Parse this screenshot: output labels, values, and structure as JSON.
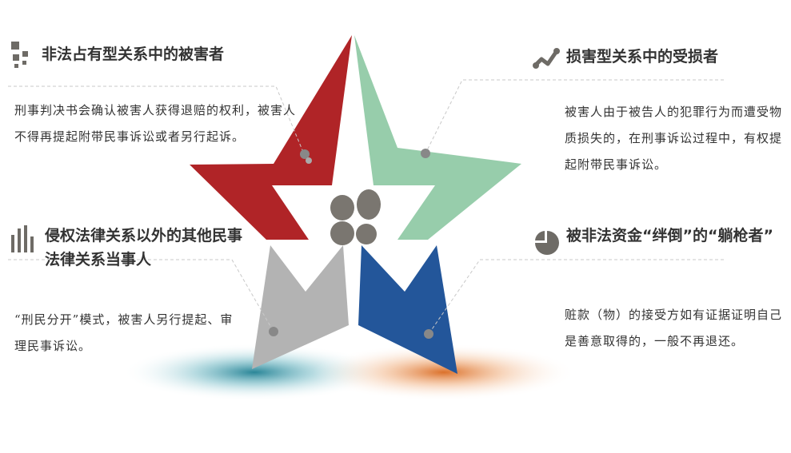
{
  "sections": {
    "top_left": {
      "icon": "pixel-squares-icon",
      "title": "非法占有型关系中的被害者",
      "body": "刑事判决书会确认被害人获得退赔的权利，被害人不得再提起附带民事诉讼或者另行起诉。"
    },
    "top_right": {
      "icon": "trend-line-icon",
      "title": "损害型关系中的受损者",
      "body": "被害人由于被告人的犯罪行为而遭受物质损失的，在刑事诉讼过程中，有权提起附带民事诉讼。"
    },
    "bottom_left": {
      "icon": "bar-chart-icon",
      "title": "侵权法律关系以外的其他民事法律关系当事人",
      "body": "“刑民分开”模式，被害人另行提起、审理民事诉讼。"
    },
    "bottom_right": {
      "icon": "pie-chart-icon",
      "title": "被非法资金“绊倒”的“躺枪者”",
      "body": "赃款（物）的接受方如有证据证明自己是善意取得的，一般不再退还。"
    }
  },
  "colors": {
    "red": "#b02427",
    "green": "#97cdab",
    "gray": "#b3b3b3",
    "blue": "#23569a",
    "icon": "#6e6b66",
    "teal_shadow": "#2b8fa0",
    "orange_shadow": "#e07a2c"
  },
  "center_icon": "four-circles-icon"
}
